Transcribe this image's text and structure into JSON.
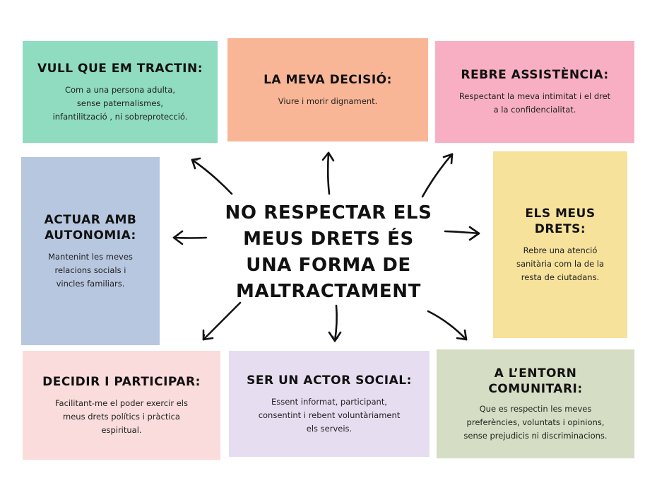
{
  "center": {
    "title_lines": [
      "NO RESPECTAR ELS",
      "MEUS DRETS ÉS",
      "UNA FORMA DE",
      "MALTRACTAMENT"
    ]
  },
  "cards": {
    "tractin": {
      "title": "VULL QUE EM TRACTIN:",
      "lines": [
        "Com a una persona adulta,",
        "sense paternalismes,",
        "infantilització , ni sobreprotecció."
      ],
      "color": "#8fdcc0"
    },
    "decisio": {
      "title": "LA MEVA DECISIÓ:",
      "lines": [
        "Viure i morir dignament."
      ],
      "color": "#f9b696"
    },
    "assistencia": {
      "title": "REBRE ASSISTÈNCIA:",
      "lines": [
        "Respectant la meva intimitat i el dret",
        "a la confidencialitat."
      ],
      "color": "#f8afc3"
    },
    "autonomia": {
      "title_lines": [
        "ACTUAR AMB",
        "AUTONOMIA:"
      ],
      "lines": [
        "Mantenint les meves",
        "relacions socials i",
        "vincles familiars."
      ],
      "color": "#b8c7e0"
    },
    "drets": {
      "title": "ELS MEUS DRETS:",
      "lines": [
        "Rebre una atenció",
        "sanitària com la de la",
        "resta de ciutadans."
      ],
      "color": "#f6e29b"
    },
    "participar": {
      "title": "DECIDIR I PARTICIPAR:",
      "lines": [
        "Facilitant-me el poder exercir els",
        "meus drets polítics i pràctica",
        "espiritual."
      ],
      "color": "#f9dcdb"
    },
    "actor": {
      "title": "SER UN ACTOR SOCIAL:",
      "lines": [
        "Essent informat, participant,",
        "consentint i rebent voluntàriament",
        "els serveis."
      ],
      "color": "#e6ddf0"
    },
    "entorn": {
      "title_lines": [
        "A L’ENTORN",
        "COMUNITARI:"
      ],
      "lines": [
        "Que es respectin les meves",
        "preferències, voluntats i opinions,",
        "sense prejudicis ni discriminacions."
      ],
      "color": "#d5ddc4"
    }
  }
}
